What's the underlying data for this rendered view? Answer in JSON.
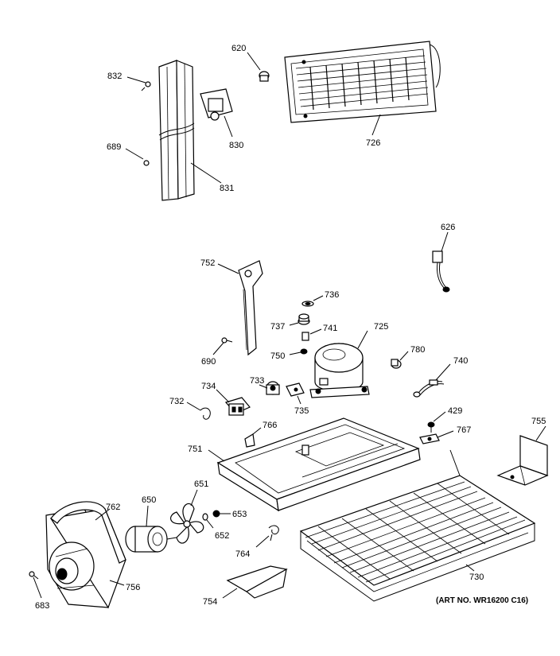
{
  "diagram": {
    "art_number": "(ART NO. WR16200 C16)",
    "part_labels": {
      "p620": "620",
      "p832": "832",
      "p830": "830",
      "p689": "689",
      "p831": "831",
      "p726": "726",
      "p626": "626",
      "p752": "752",
      "p736": "736",
      "p737": "737",
      "p741": "741",
      "p725": "725",
      "p690": "690",
      "p750": "750",
      "p780": "780",
      "p740": "740",
      "p733": "733",
      "p734": "734",
      "p732": "732",
      "p735": "735",
      "p429": "429",
      "p767": "767",
      "p755": "755",
      "p766": "766",
      "p751": "751",
      "p651": "651",
      "p762": "762",
      "p650": "650",
      "p653": "653",
      "p652": "652",
      "p764": "764",
      "p730": "730",
      "p756": "756",
      "p683": "683",
      "p754": "754"
    }
  }
}
